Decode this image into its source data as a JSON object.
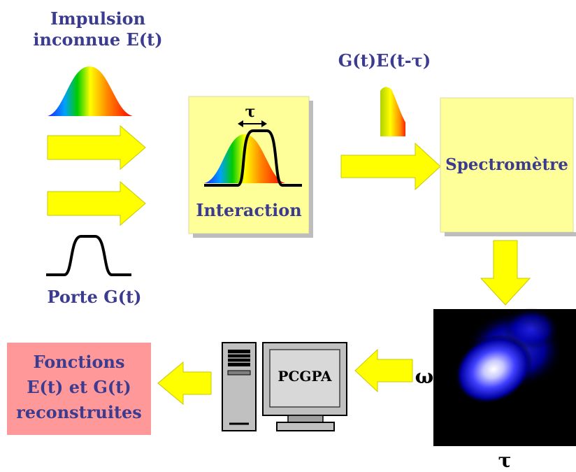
{
  "labels": {
    "unknown_pulse_line1": "Impulsion",
    "unknown_pulse_line2": "inconnue E(t)",
    "gate": "Porte G(t)",
    "product": "G(t)E(t-τ)",
    "interaction": "Interaction",
    "spectrometer": "Spectromètre",
    "pcgpa": "PCGPA",
    "result_line1": "Fonctions",
    "result_line2": "E(t) et G(t)",
    "result_line3": "reconstruites",
    "tau": "τ",
    "omega": "ω"
  },
  "colors": {
    "label_text": "#3b3b8f",
    "panel_yellow": "#ffff99",
    "result_pink": "#ff9999",
    "arrow_yellow": "#ffff00",
    "shadow": "#bdbdbd"
  },
  "icons": [
    "right-arrow-icon",
    "down-arrow-icon",
    "left-arrow-icon",
    "computer-tower-icon",
    "monitor-icon",
    "spectrogram-image",
    "gate-pulse-icon",
    "spectrum-pulse-icon"
  ]
}
